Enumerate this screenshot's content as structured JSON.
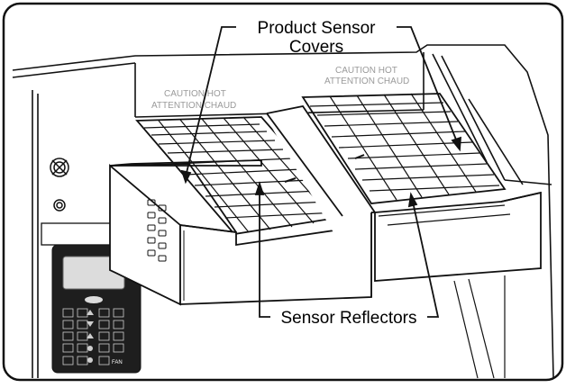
{
  "callouts": {
    "product_sensor_covers_line1": "Product Sensor",
    "product_sensor_covers_line2": "Covers",
    "sensor_reflectors": "Sensor Reflectors"
  },
  "caution_labels": {
    "left_line1": "CAUTION HOT",
    "left_line2": "ATTENTION CHAUD",
    "right_line1": "CAUTION HOT",
    "right_line2": "ATTENTION CHAUD"
  },
  "keypad": {
    "bottom_key": "FAN"
  },
  "colors": {
    "line": "#111111",
    "caution_text": "#9a9a9a",
    "keypad_body": "#1e1e1e",
    "keypad_screen": "#dcdcdc"
  }
}
